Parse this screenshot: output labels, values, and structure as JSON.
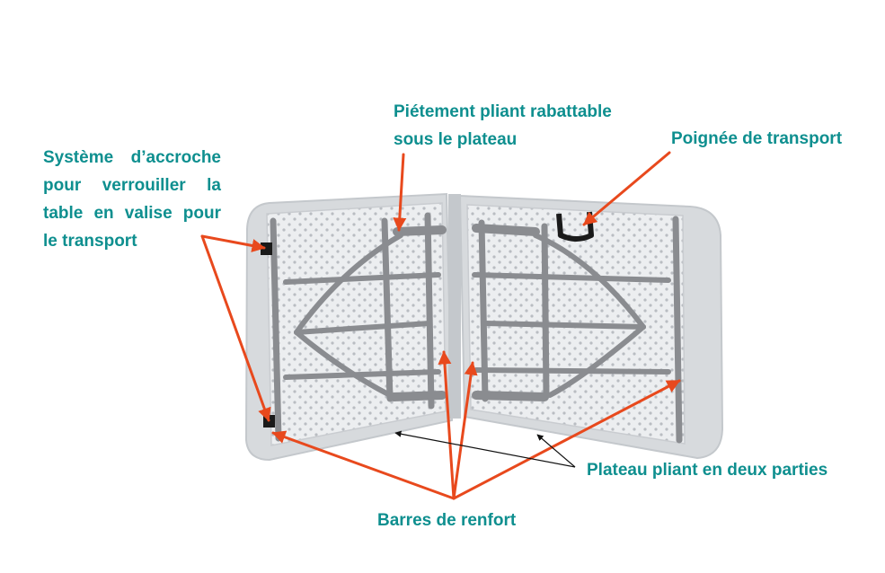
{
  "annotations": {
    "hook_system": {
      "lines": [
        "Système d’accroche",
        "pour verrouiller la",
        "table en valise pour",
        "le transport"
      ]
    },
    "folding_legs": {
      "lines": [
        "Piétement pliant rabattable",
        "sous le plateau"
      ]
    },
    "carry_handle": {
      "text": "Poignée de transport"
    },
    "folding_top": {
      "text": "Plateau pliant en deux parties"
    },
    "reinforcement_bars": {
      "text": "Barres de renfort"
    }
  },
  "colors": {
    "label_text": "#0e8f8f",
    "arrow_orange": "#e8491d",
    "arrow_black": "#111111",
    "tabletop": "#eceef0",
    "tabletop_edge": "#d7dadd",
    "frame_metal": "#8a8c90",
    "frame_dark": "#5f6165",
    "latch": "#1a1a1a"
  }
}
